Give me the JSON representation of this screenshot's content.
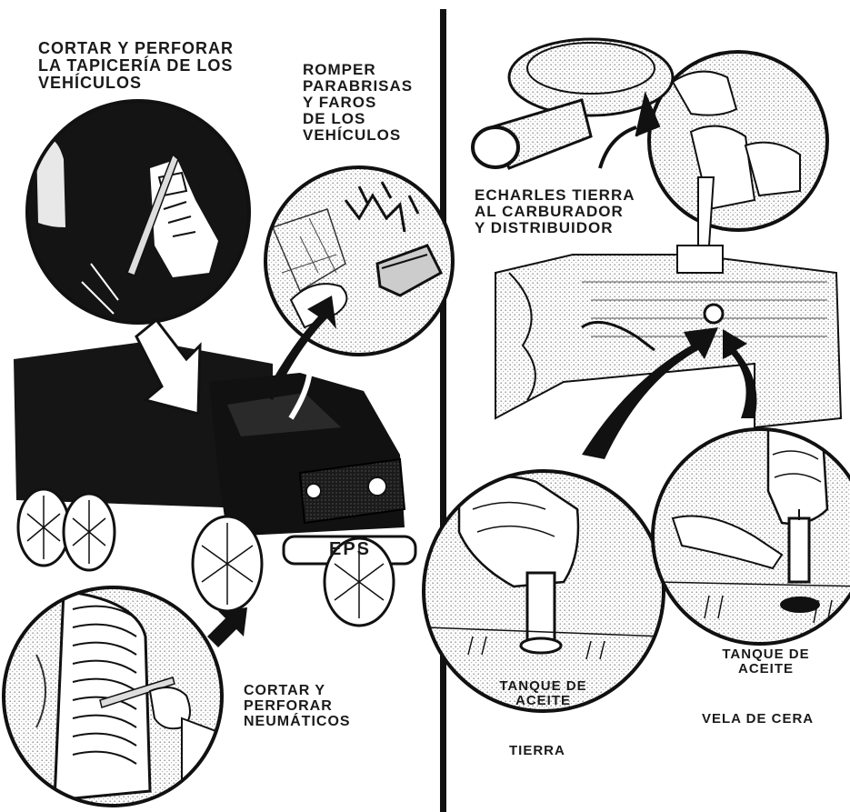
{
  "labels": {
    "upholstery": "CORTAR Y PERFORAR\nLA TAPICERÍA DE LOS\nVEHÍCULOS",
    "windshield": "ROMPER\nPARABRISAS\nY FAROS\nDE LOS\nVEHÍCULOS",
    "carburetor": "ECHARLES TIERRA\nAL CARBURADOR\nY DISTRIBUIDOR",
    "tires": "CORTAR Y\nPERFORAR\nNEUMÁTICOS",
    "oil_tank_left": "TANQUE DE\nACEITE",
    "oil_tank_right": "TANQUE DE\nACEITE",
    "dirt": "TIERRA",
    "wax_candle": "VELA DE CERA",
    "plate": "EPS"
  },
  "colors": {
    "ink": "#111111",
    "paper": "#ffffff",
    "stipple": "#9a9a9a"
  },
  "icons": [
    "knife-icon",
    "rock-icon",
    "truck-icon",
    "air-filter-icon",
    "engine-icon",
    "candle-icon",
    "arrow-icon"
  ]
}
